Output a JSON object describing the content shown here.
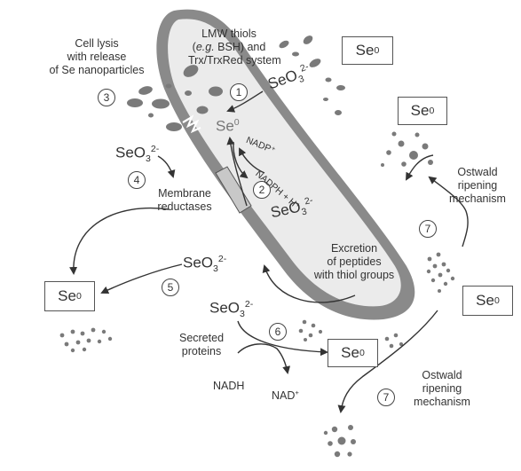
{
  "labels": {
    "lmw_thiols_line1": "LMW thiols",
    "lmw_thiols_line2_prefix": "(",
    "lmw_thiols_line2_eg": "e.g.",
    "lmw_thiols_line2_suffix": " BSH) and",
    "lmw_thiols_line3": "Trx/TrxRed system",
    "cell_lysis_line1": "Cell lysis",
    "cell_lysis_line2": "with release",
    "cell_lysis_line3": "of Se nanoparticles",
    "membrane_line1": "Membrane",
    "membrane_line2": "reductases",
    "excretion_line1": "Excretion",
    "excretion_line2": "of peptides",
    "excretion_line3": "with thiol groups",
    "secreted_line1": "Secreted",
    "secreted_line2": "proteins",
    "nadh": "NADH",
    "nad_base": "NAD",
    "nad_sup": "+",
    "ostwald_line1": "Ostwald",
    "ostwald_line2": "ripening",
    "ostwald_line3": "mechanism",
    "nadp": "NADP⁺",
    "nadph": "NADPH + H⁺"
  },
  "chem": {
    "selenite_base": "SeO",
    "selenite_sub": "3",
    "selenite_charge": "2-",
    "selenium_base": "Se",
    "selenium_sup": "0"
  },
  "steps": [
    "1",
    "2",
    "3",
    "4",
    "5",
    "6",
    "7"
  ],
  "colors": {
    "cell_wall": "#8a8a8a",
    "cytoplasm": "#ebebeb",
    "particles": "#7a7a7a",
    "arrows": "#333333",
    "reductase": "#c8c8c8"
  }
}
